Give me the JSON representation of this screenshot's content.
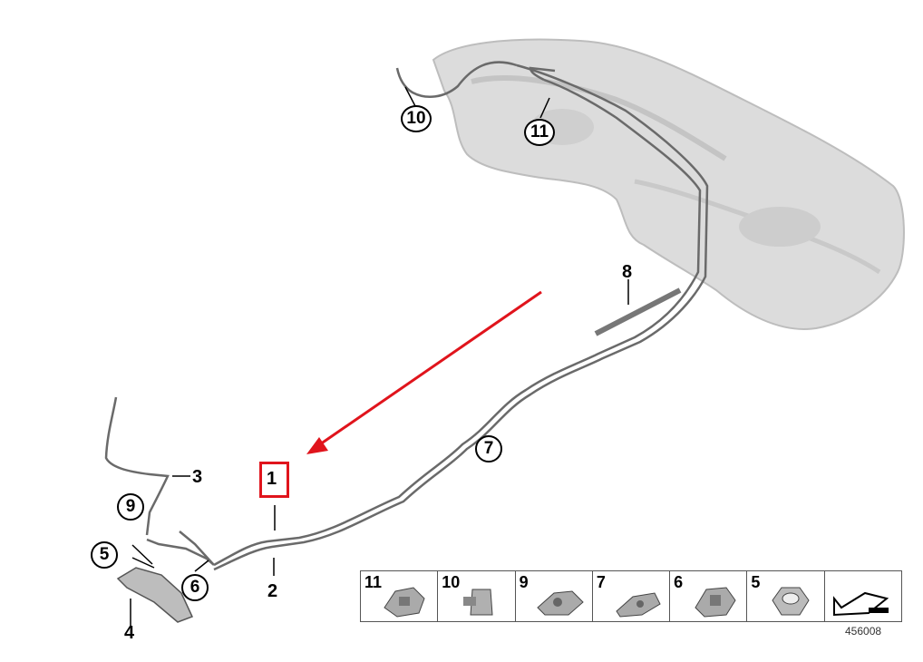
{
  "callouts": {
    "c1": "1",
    "c2": "2",
    "c3": "3",
    "c4": "4",
    "c5": "5",
    "c6": "6",
    "c7": "7",
    "c8": "8",
    "c9": "9",
    "c10": "10",
    "c11": "11"
  },
  "legend": [
    {
      "num": "11",
      "icon": "clip-icon"
    },
    {
      "num": "10",
      "icon": "bracket-clip-icon"
    },
    {
      "num": "9",
      "icon": "double-clip-icon"
    },
    {
      "num": "7",
      "icon": "multi-clip-icon"
    },
    {
      "num": "6",
      "icon": "clip-holder-icon"
    },
    {
      "num": "5",
      "icon": "hex-nut-icon"
    },
    {
      "num": "",
      "icon": "arrow-symbol-icon"
    }
  ],
  "part_number": "456008",
  "colors": {
    "highlight": "#e0141c",
    "line": "#555555",
    "tank": "#d9d9d9"
  }
}
